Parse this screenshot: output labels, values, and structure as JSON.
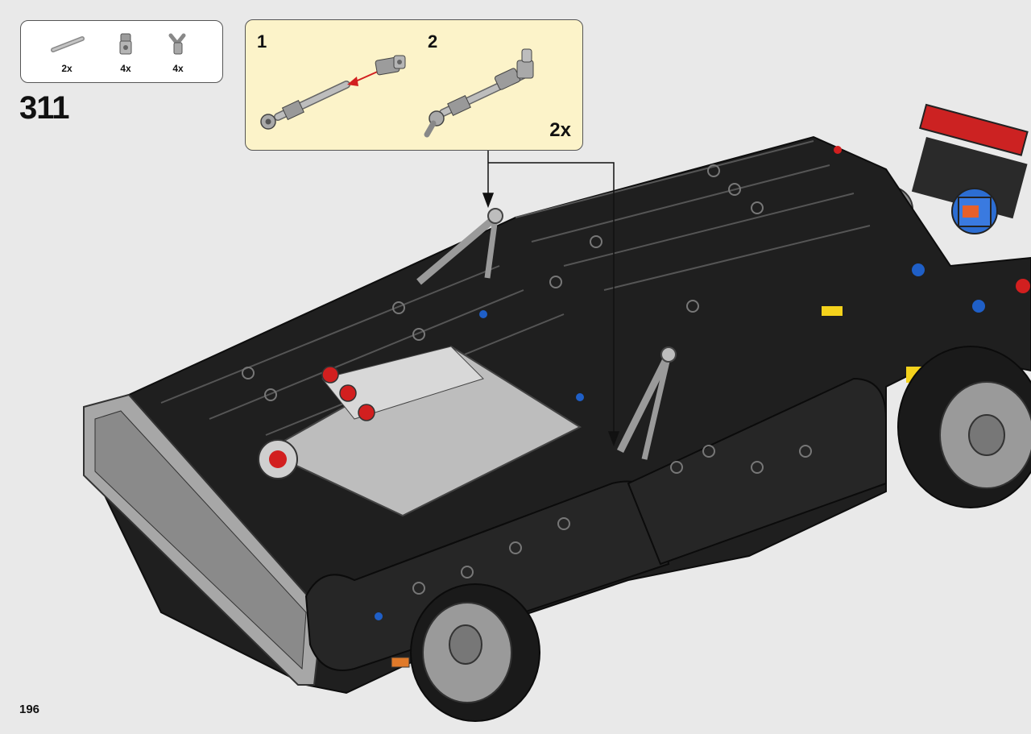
{
  "parts": [
    {
      "icon": "axle-icon",
      "qty": "2x"
    },
    {
      "icon": "connector-icon",
      "qty": "4x"
    },
    {
      "icon": "ball-joint-icon",
      "qty": "4x"
    }
  ],
  "step": {
    "number": "311"
  },
  "substeps": {
    "one": "1",
    "two": "2",
    "multiplier": "2x"
  },
  "page": {
    "number": "196"
  },
  "colors": {
    "background": "#e9e9e9",
    "callout": "#fcf3c9",
    "body_black": "#1c1c1c",
    "light_gray": "#a9a9a9",
    "accent_red": "#d21f1f",
    "accent_blue": "#1f5fc7",
    "accent_yellow": "#f4d21c"
  }
}
